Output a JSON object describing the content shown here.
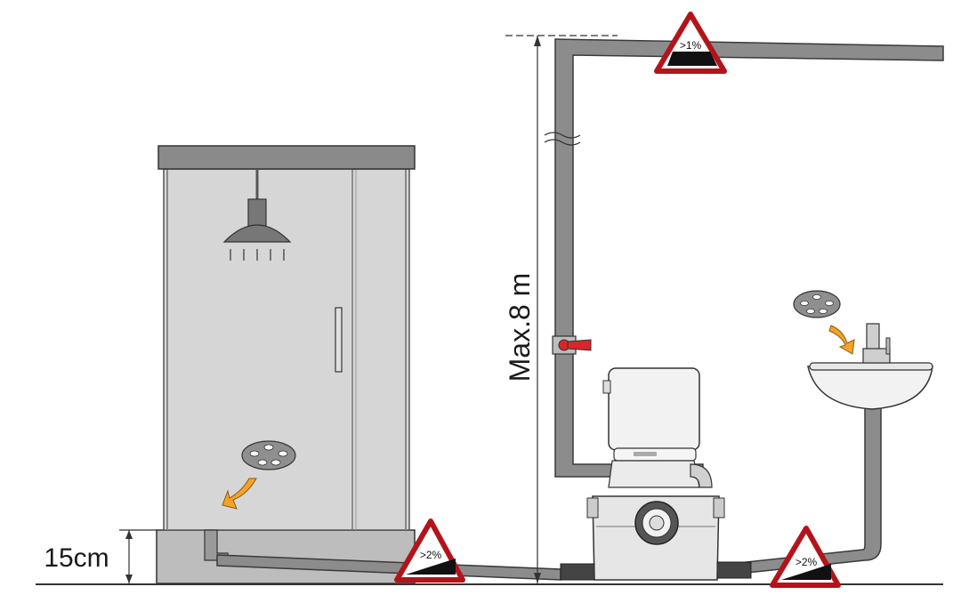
{
  "labels": {
    "max_height": "Max.8 m",
    "floor_height": "15cm"
  },
  "slopes": {
    "top": ">1%",
    "left": ">2%",
    "right": ">2%"
  },
  "colors": {
    "pipe": "#8c8c8c",
    "pipe_outline": "#3a3a3a",
    "cabin": "#d6d6d6",
    "cabin_roof": "#8a8a8a",
    "warning_red": "#b3141b",
    "arrow_orange": "#f5a327",
    "valve_red": "#d8262b"
  },
  "icons": [
    "shower-head-icon",
    "drain-grate-icon",
    "faucet-icon",
    "slope-warning-icon",
    "arrow-icon",
    "valve-icon"
  ]
}
